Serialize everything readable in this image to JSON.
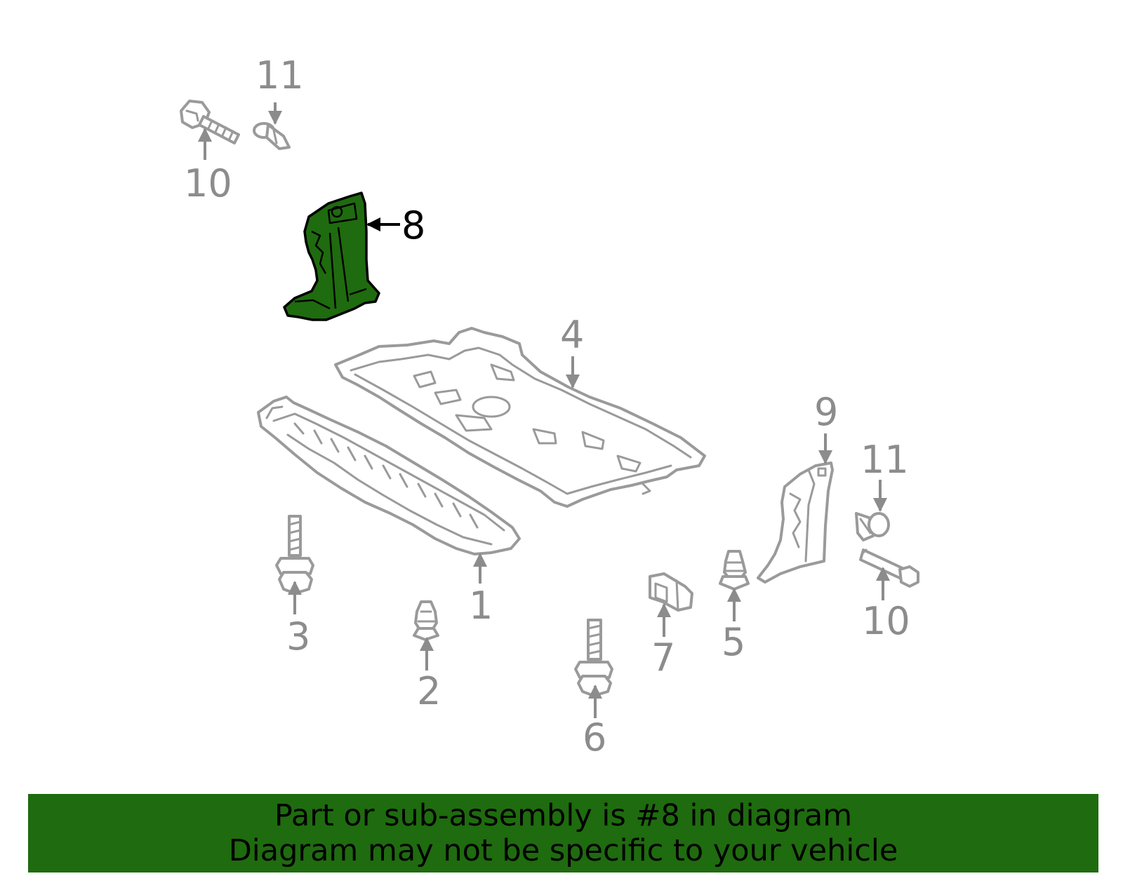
{
  "diagram": {
    "highlight_color": "#1f6b0f",
    "line_color": "#9a9a9a",
    "highlighted_part": "8",
    "callouts": [
      {
        "id": "c11a",
        "label": "11"
      },
      {
        "id": "c10a",
        "label": "10"
      },
      {
        "id": "c8",
        "label": "8"
      },
      {
        "id": "c4",
        "label": "4"
      },
      {
        "id": "c9",
        "label": "9"
      },
      {
        "id": "c11b",
        "label": "11"
      },
      {
        "id": "c10b",
        "label": "10"
      },
      {
        "id": "c1",
        "label": "1"
      },
      {
        "id": "c3",
        "label": "3"
      },
      {
        "id": "c2",
        "label": "2"
      },
      {
        "id": "c6",
        "label": "6"
      },
      {
        "id": "c7",
        "label": "7"
      },
      {
        "id": "c5",
        "label": "5"
      }
    ]
  },
  "banner": {
    "line1": "Part or sub-assembly is #8 in diagram",
    "line2": "Diagram may not be specific to your vehicle",
    "background": "#1f6b0f"
  }
}
